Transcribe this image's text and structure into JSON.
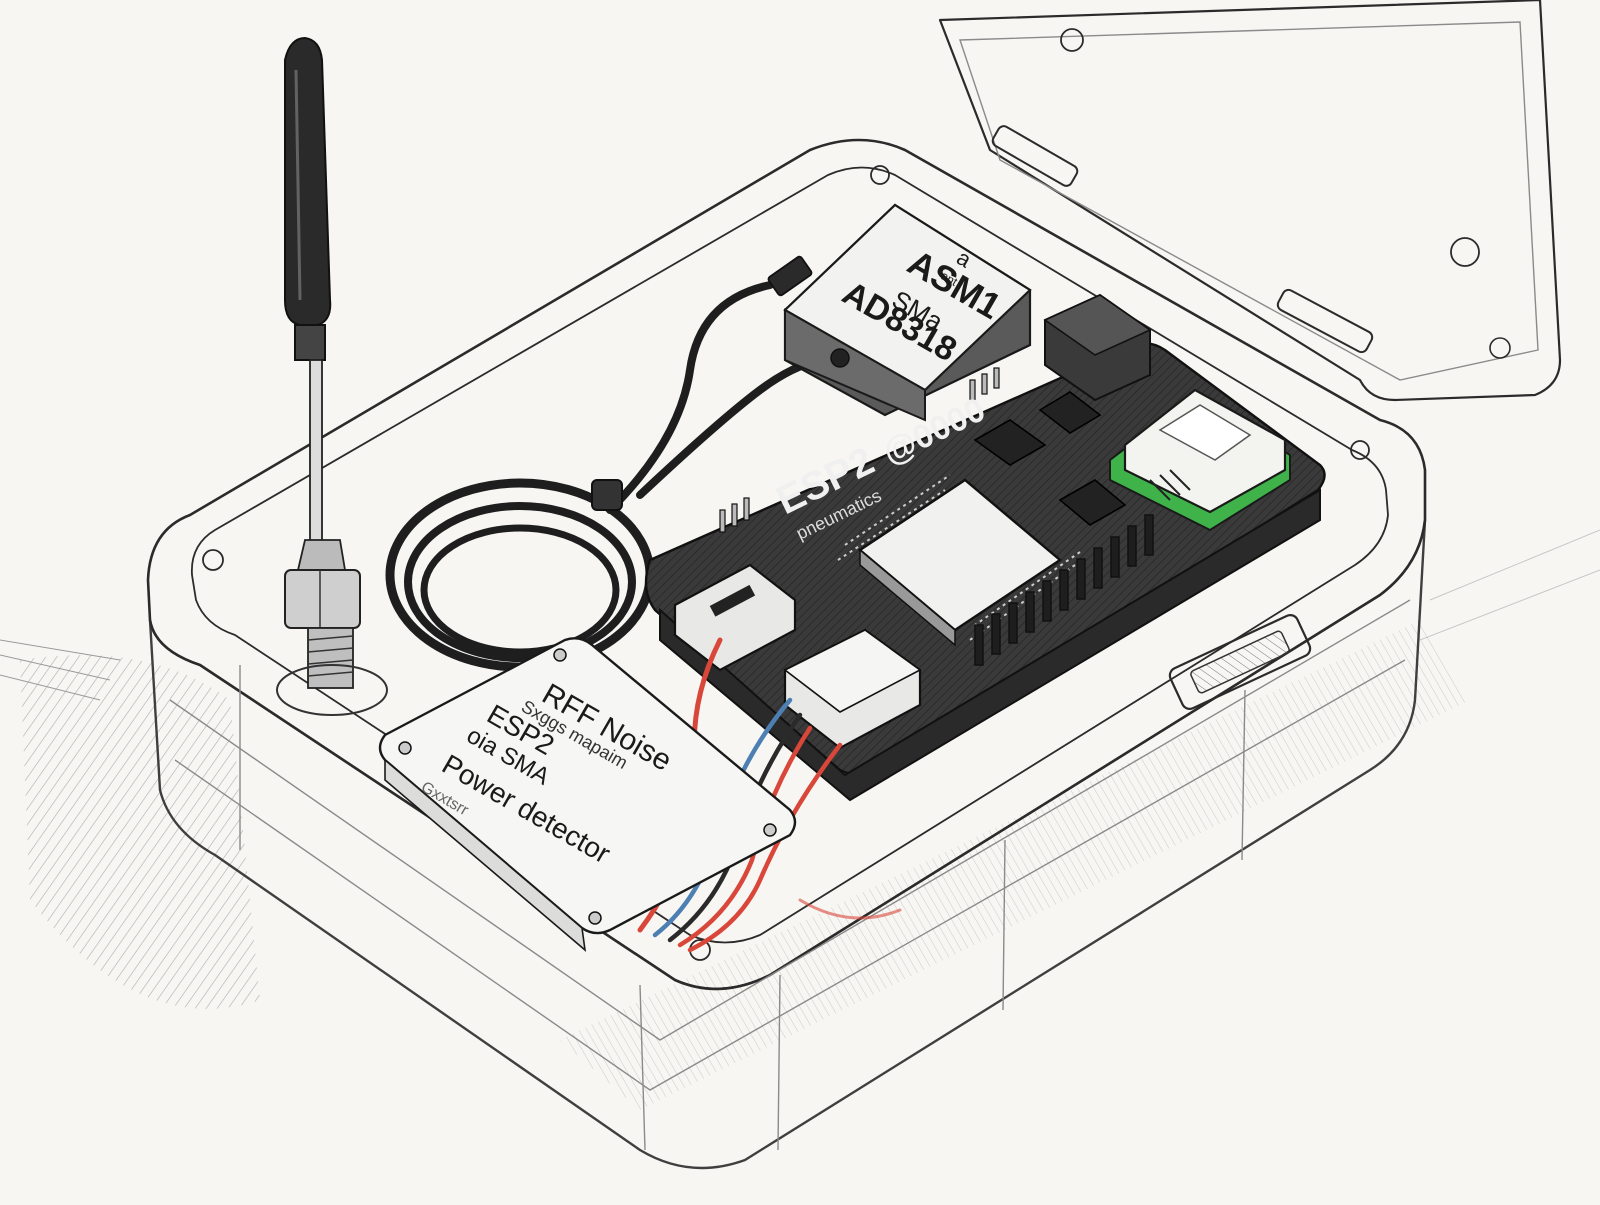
{
  "module_label": {
    "lines": [
      "ASM1",
      "SMa",
      "AD8318"
    ],
    "side_marks": [
      "a",
      "ant"
    ]
  },
  "board": {
    "silkscreen_main": "ESP2",
    "silkscreen_logo": "@0000",
    "silkscreen_sub": "pneumatics"
  },
  "plate": {
    "lines": [
      "RFF Noise",
      "Sxggs mapaim",
      "ESP2",
      "oia SMA",
      "Power detector",
      "Gxxtsrr"
    ]
  },
  "colors": {
    "paper": "#f7f6f3",
    "ink": "#2b2b2b",
    "pcb": "#3a3a3a",
    "sensor_green": "#3fb34a",
    "wire_red": "#d9473a",
    "wire_blue": "#4d7fb3"
  }
}
